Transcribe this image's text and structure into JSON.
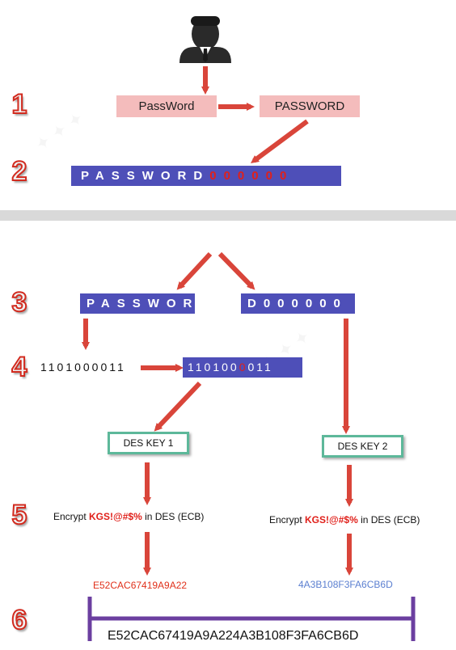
{
  "steps": {
    "s1": "1",
    "s2": "2",
    "s3": "3",
    "s4": "4",
    "s5": "5",
    "s6": "6"
  },
  "step1": {
    "input": "PassWord",
    "upper": "PASSWORD"
  },
  "step2": {
    "upper_part": "PASSWORD",
    "pad_part": "000000"
  },
  "step3": {
    "left_half": "PASSWOR",
    "right_half": "D000000"
  },
  "step4": {
    "bits": "1101000011",
    "bits_box_pre": "110100",
    "bits_box_red": "0",
    "bits_box_post": "011"
  },
  "keys": {
    "key1": "DES KEY 1",
    "key2": "DES KEY 2"
  },
  "step5": {
    "enc_prefix": "Encrypt ",
    "enc_const": "KGS!@#$%",
    "enc_suffix": " in DES (ECB)"
  },
  "hashes": {
    "left": "E52CAC67419A9A22",
    "right": "4A3B108F3FA6CB6D"
  },
  "step6": {
    "result": "E52CAC67419A9A224A3B108F3FA6CB6D"
  },
  "colors": {
    "pink": "#f4bcbc",
    "blue": "#4e4fb8",
    "arrow": "#d9453a",
    "key_border": "#5db89a",
    "hash_left": "#e0301a",
    "hash_right": "#5b7fd0",
    "bracket": "#6b3fa0"
  },
  "icons": [
    "user-icon"
  ]
}
